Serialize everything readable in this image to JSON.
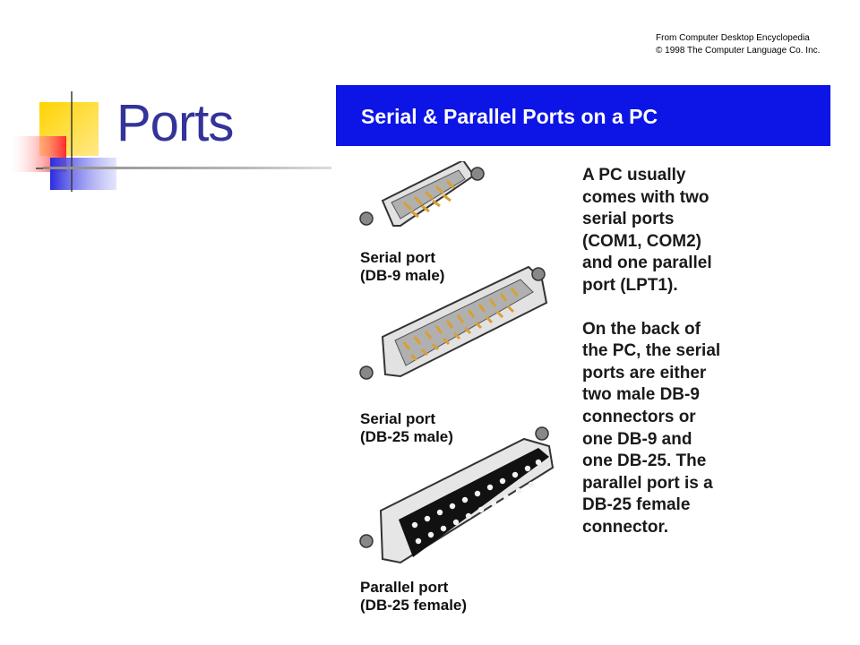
{
  "slide": {
    "title": "Ports"
  },
  "credit": {
    "line1": "From Computer Desktop Encyclopedia",
    "line2": "© 1998 The Computer Language Co. Inc."
  },
  "figure": {
    "banner_title": "Serial & Parallel Ports on a PC",
    "colors": {
      "banner": "#0d15e6",
      "title_text": "#333399"
    },
    "connectors": [
      {
        "icon": "db9-male-connector-icon",
        "caption_lines": [
          "Serial port",
          "(DB-9 male)"
        ]
      },
      {
        "icon": "db25-male-connector-icon",
        "caption_lines": [
          "Serial port",
          "(DB-25 male)"
        ]
      },
      {
        "icon": "db25-female-connector-icon",
        "caption_lines": [
          "Parallel port",
          "(DB-25 female)"
        ]
      }
    ],
    "paragraphs": [
      [
        "A PC usually",
        "comes with two",
        "serial ports",
        "(COM1, COM2)",
        "and one parallel",
        "port (LPT1)."
      ],
      [
        "On the back of",
        "the PC, the serial",
        "ports are either",
        "two male DB-9",
        "connectors or",
        "one DB-9 and",
        "one DB-25.  The",
        "parallel port is a",
        "DB-25 female",
        "connector."
      ]
    ]
  }
}
